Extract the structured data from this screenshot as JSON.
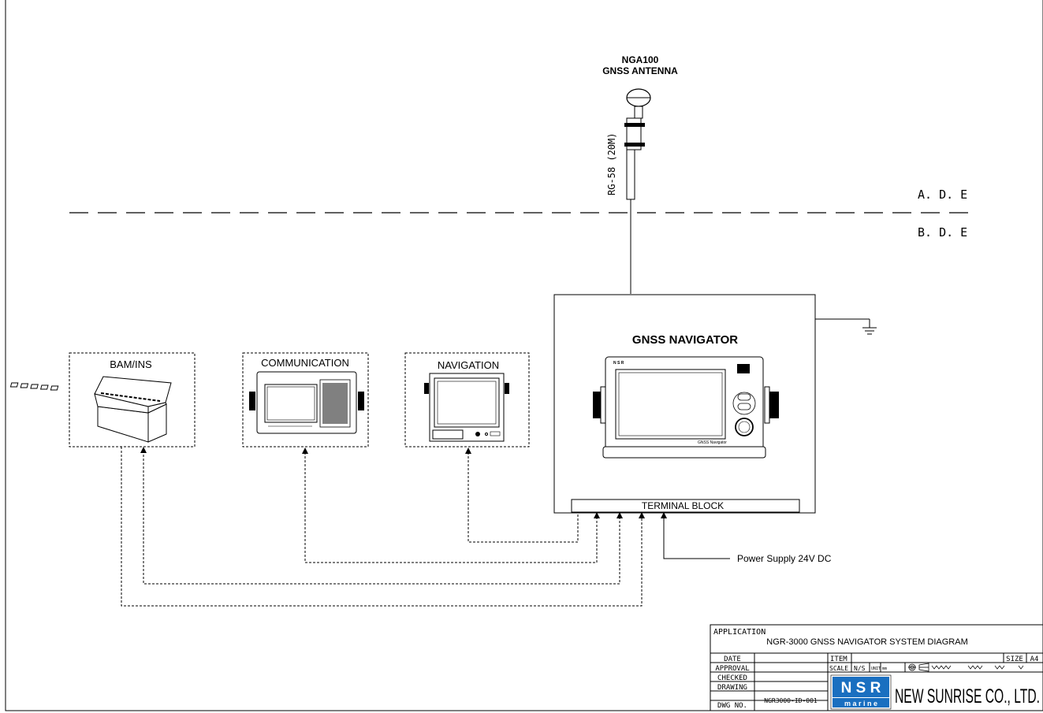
{
  "antenna": {
    "model": "NGA100",
    "name": "GNSS ANTENNA",
    "cable": "RG-58 (20M)"
  },
  "zones": {
    "above_deck": "A. D. E",
    "below_deck": "B. D. E"
  },
  "navigator": {
    "title": "GNSS NAVIGATOR",
    "terminal": "TERMINAL BLOCK",
    "brand": "N S R",
    "model_text": "GNSS Navigator"
  },
  "devices": {
    "bam": "BAM/INS",
    "communication": "COMMUNICATION",
    "navigation": "NAVIGATION"
  },
  "power": "Power Supply 24V DC",
  "title_block": {
    "application_label": "APPLICATION",
    "title": "NGR-3000 GNSS NAVIGATOR SYSTEM DIAGRAM",
    "date": "DATE",
    "approval": "APPROVAL",
    "checked": "CHECKED",
    "drawing": "DRAWING",
    "dwg_no_label": "DWG NO.",
    "dwg_no": "NGR3000-ID-001",
    "item": "ITEM",
    "scale_label": "SCALE",
    "scale": "N/S",
    "unit_label": "UNIT",
    "unit": "mm",
    "size_label": "SIZE",
    "size": "A4",
    "logo_top": "N S R",
    "logo_bottom": "m a r i n e",
    "company": "NEW SUNRISE CO., LTD."
  }
}
